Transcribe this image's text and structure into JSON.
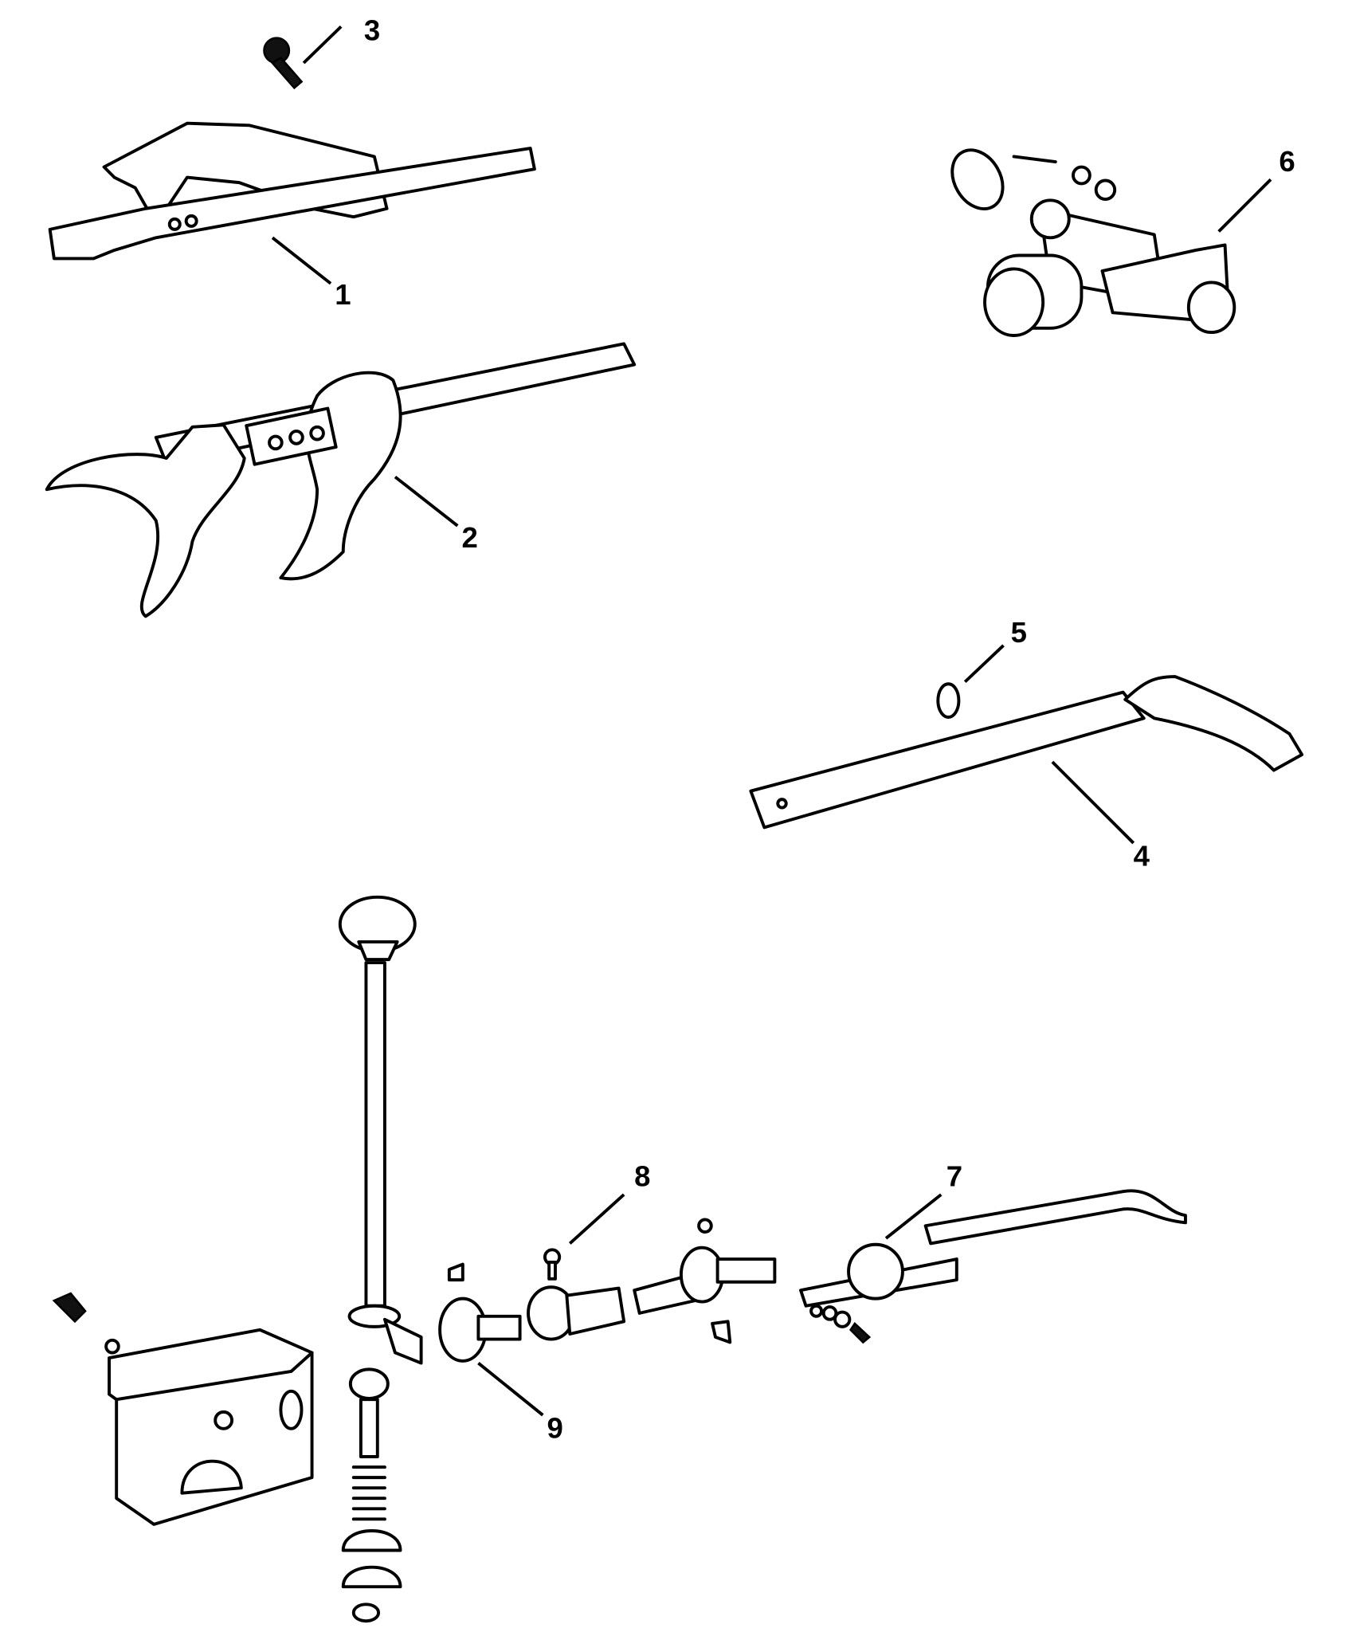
{
  "diagram": {
    "type": "exploded parts diagram",
    "callouts": [
      {
        "id": "1",
        "label": "1"
      },
      {
        "id": "2",
        "label": "2"
      },
      {
        "id": "3",
        "label": "3"
      },
      {
        "id": "4",
        "label": "4"
      },
      {
        "id": "5",
        "label": "5"
      },
      {
        "id": "6",
        "label": "6"
      },
      {
        "id": "7",
        "label": "7"
      },
      {
        "id": "8",
        "label": "8"
      },
      {
        "id": "9",
        "label": "9"
      }
    ]
  }
}
